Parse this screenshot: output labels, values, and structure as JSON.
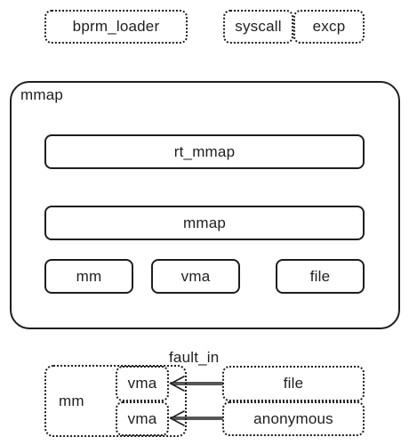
{
  "top_row": {
    "loader": "bprm_loader",
    "syscall": "syscall",
    "excp": "excp"
  },
  "mmap_group": {
    "title": "mmap",
    "rt_mmap": "rt_mmap",
    "mmap": "mmap",
    "mm": "mm",
    "vma": "vma",
    "file": "file"
  },
  "fault_group": {
    "title": "fault_in",
    "mm": "mm",
    "vma_top": "vma",
    "vma_bottom": "vma",
    "file": "file",
    "anonymous": "anonymous"
  },
  "colors": {
    "stroke": "#1e1e1e",
    "background": "#ffffff"
  }
}
